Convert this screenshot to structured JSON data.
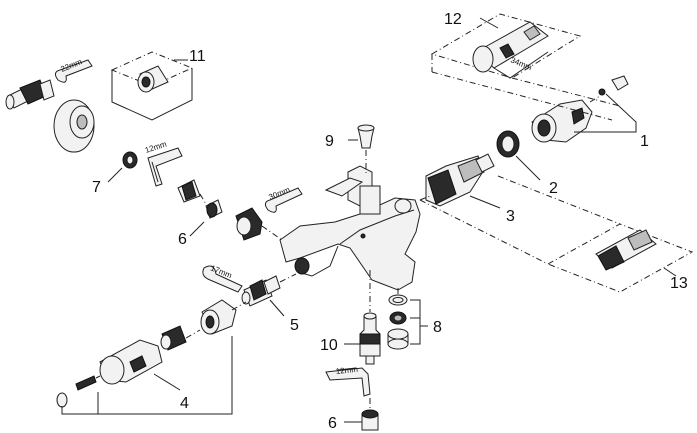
{
  "diagram": {
    "callouts": {
      "c1": "1",
      "c2": "2",
      "c3": "3",
      "c4": "4",
      "c5": "5",
      "c6a": "6",
      "c6b": "6",
      "c7": "7",
      "c8": "8",
      "c9": "9",
      "c10": "10",
      "c11": "11",
      "c12": "12",
      "c13": "13"
    },
    "dimensions": {
      "d22": "22mm",
      "d12a": "12mm",
      "d30": "30mm",
      "d17": "17mm",
      "d12b": "12mm",
      "d34": "34mm"
    }
  }
}
